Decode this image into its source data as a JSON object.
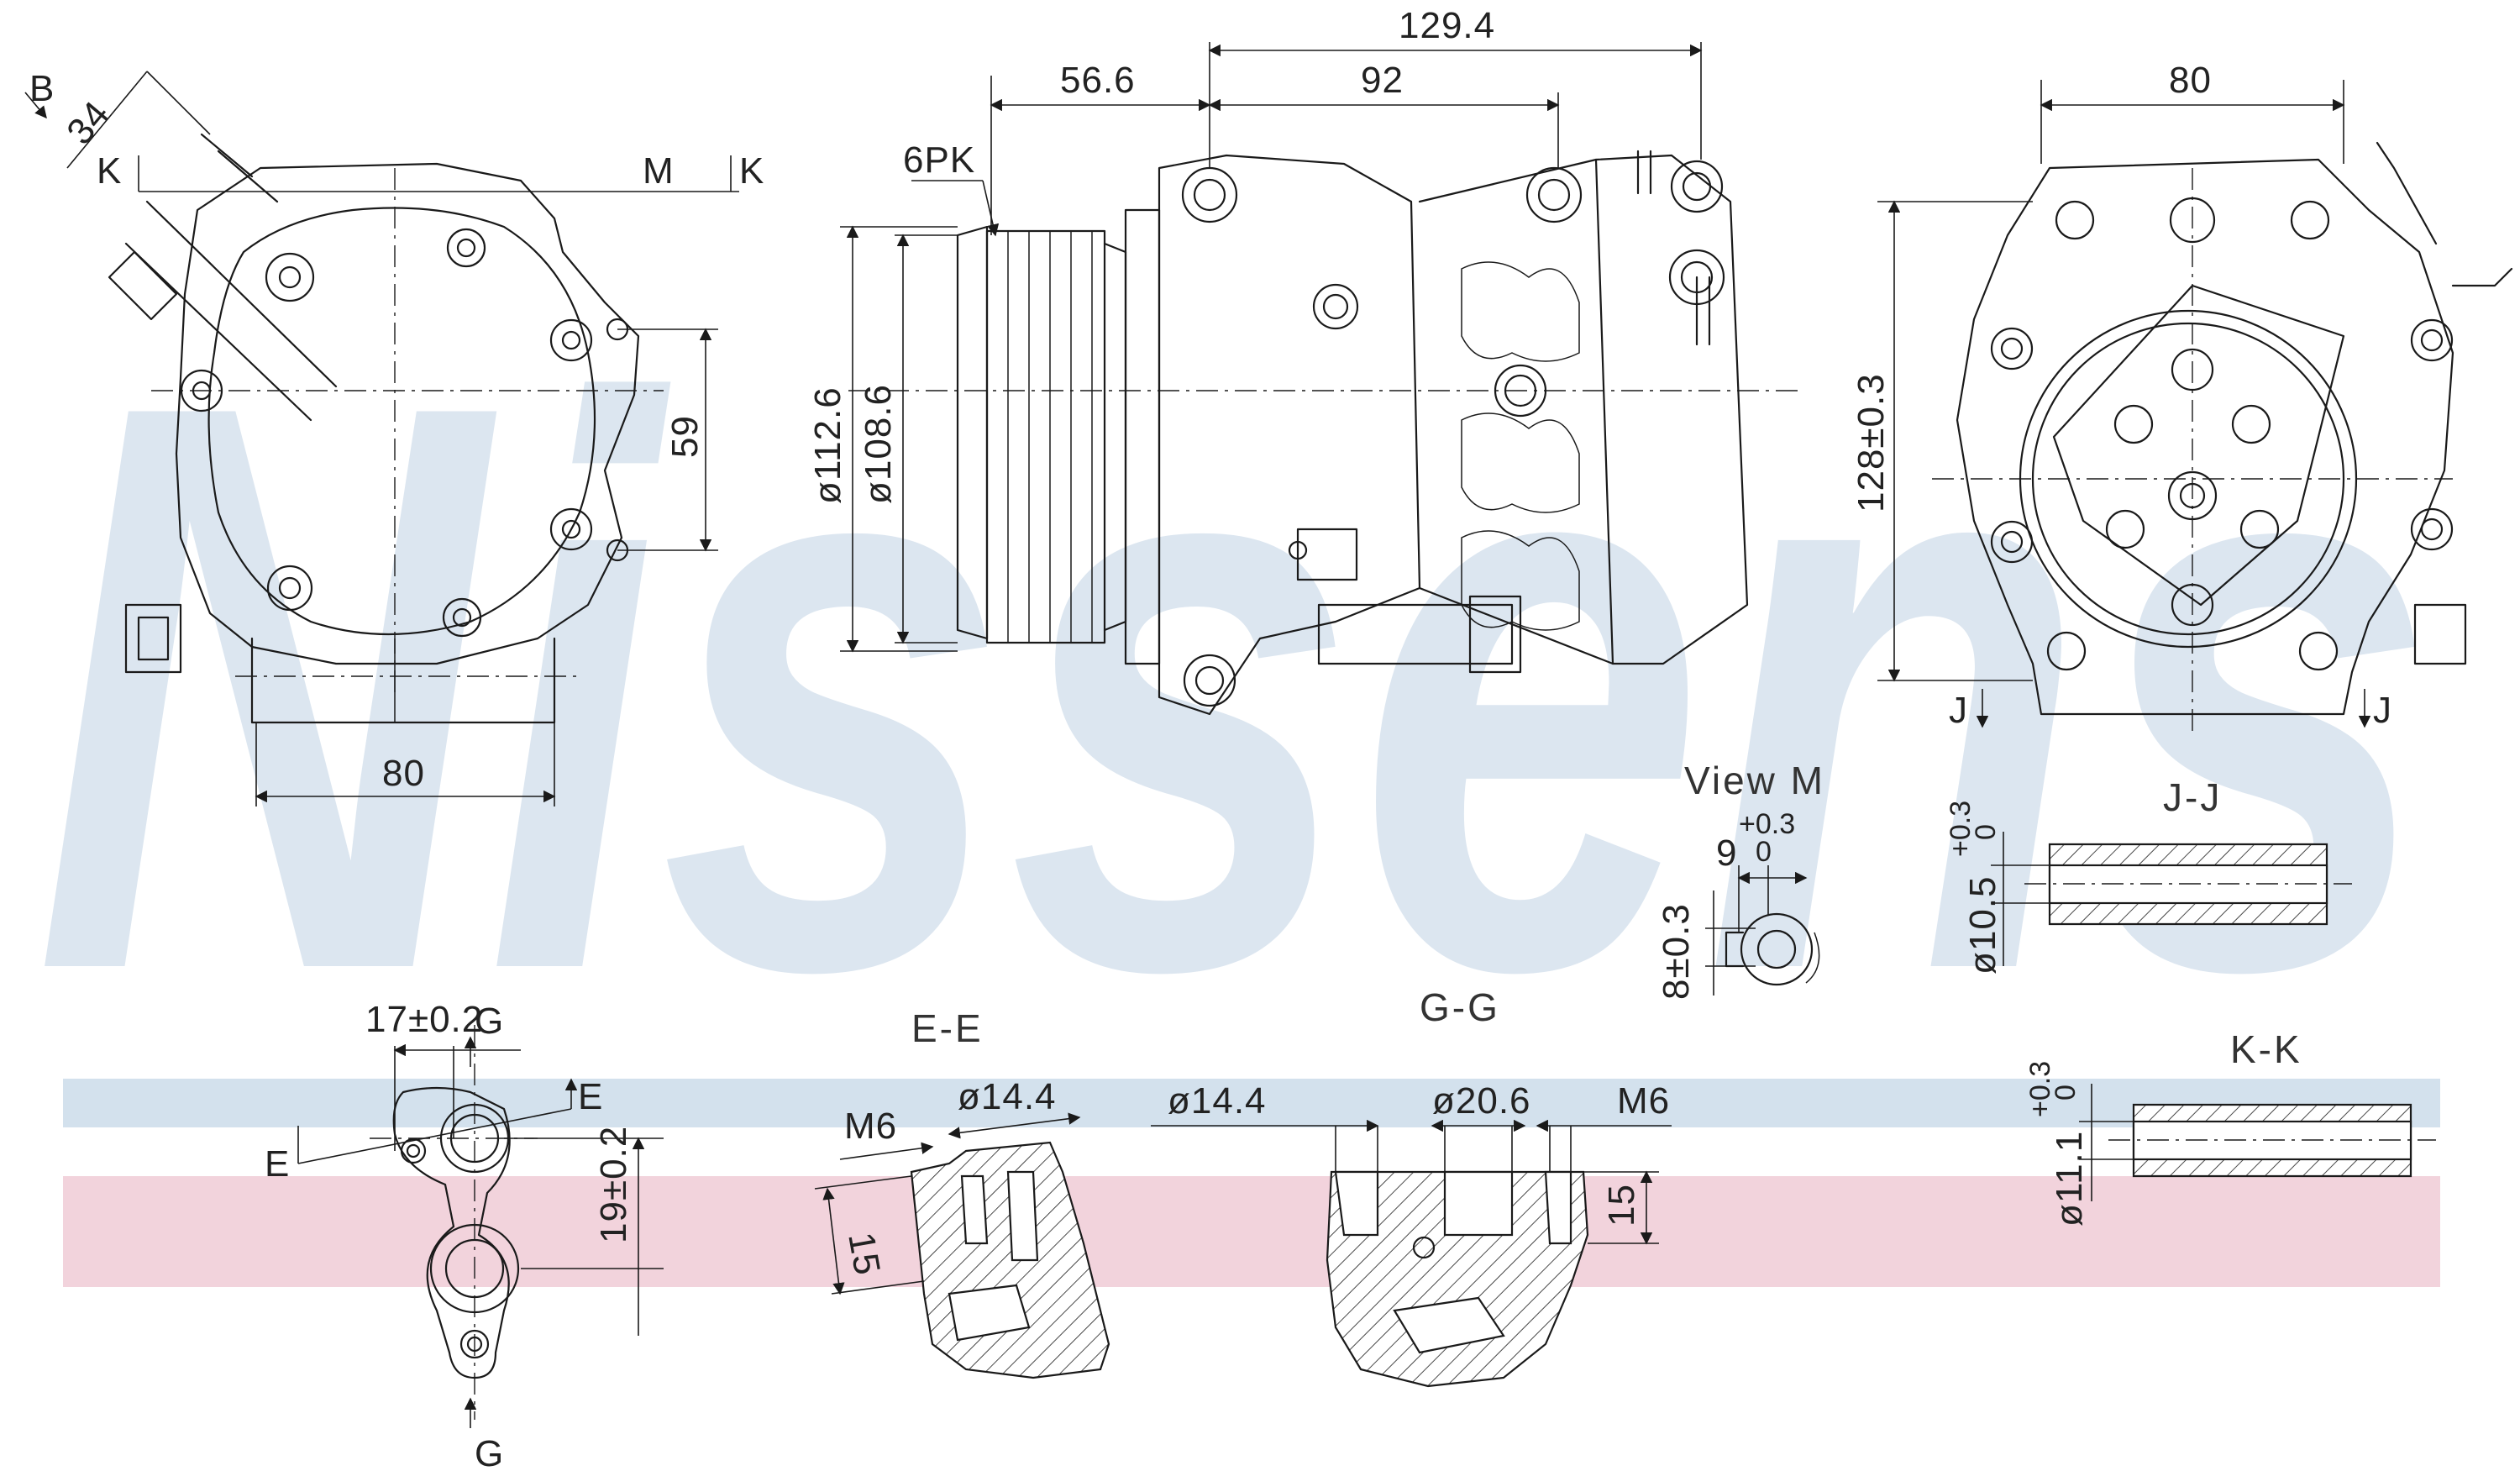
{
  "brand": {
    "watermark": "Nissens",
    "colors": {
      "watermark": "#dce6f0",
      "band_blue": "#d3e1ed",
      "band_pink": "#f2d3dc"
    }
  },
  "views": {
    "view_m": "View  M",
    "section_jj": "J-J",
    "section_ee": "E-E",
    "section_gg": "G-G",
    "section_kk": "K-K"
  },
  "markers": {
    "b": "B",
    "k": "K",
    "m": "M",
    "j": "J",
    "e": "E",
    "g": "G"
  },
  "dimensions": {
    "angle_34": "34",
    "rear_width_80": "80",
    "rear_height_59": "59",
    "overall_129_4": "129.4",
    "pulley_56_6": "56.6",
    "body_92": "92",
    "belt_6pk": "6PK",
    "pulley_dia_112_6": "ø112.6",
    "pulley_dia_108_6": "ø108.6",
    "front_width_80": "80",
    "front_height_128": "128±0.3",
    "view_m_9": "9",
    "view_m_tol_upper": "+0.3",
    "view_m_tol_lower": "0",
    "view_m_8": "8±0.3",
    "jj_dia": "ø10.5",
    "jj_tol_upper": "+0.3",
    "jj_tol_lower": "0",
    "g_17": "17±0.2",
    "g_19": "19±0.2",
    "ee_m6": "M6",
    "ee_dia": "ø14.4",
    "ee_15": "15",
    "gg_dia_14_4": "ø14.4",
    "gg_dia_20_6": "ø20.6",
    "gg_m6": "M6",
    "gg_15": "15",
    "kk_dia": "ø11.1",
    "kk_tol_upper": "+0.3",
    "kk_tol_lower": "0"
  }
}
